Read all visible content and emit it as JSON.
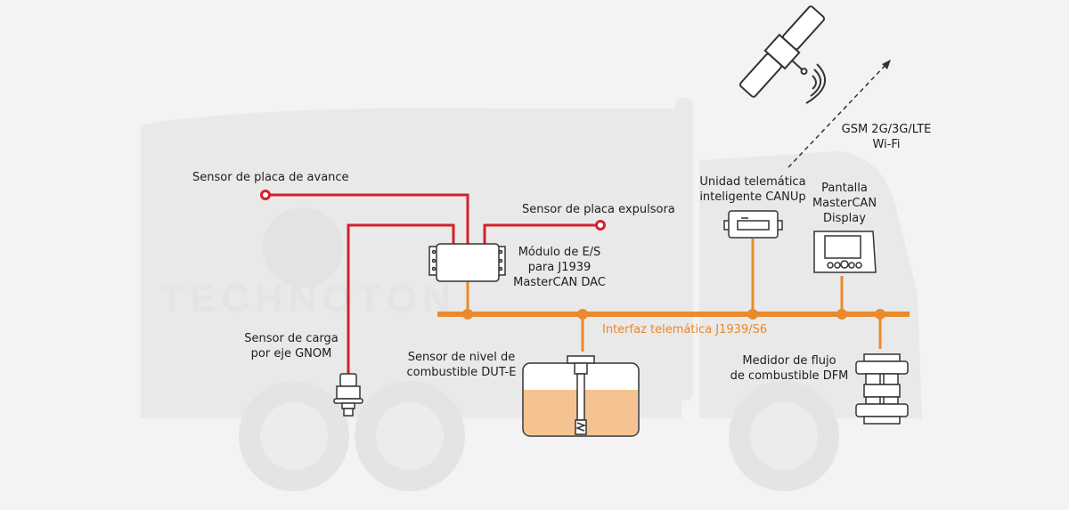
{
  "diagram": {
    "title": "Telematics diagram — J1939/S6 interface",
    "colors": {
      "background": "#f3f3f3",
      "truck_silhouette": "#e8e8e8",
      "bus_line": "#ea8a2c",
      "sensor_wire": "#d2222d",
      "device_outline": "#333333",
      "fuel_fill": "#f5c291",
      "text": "#1e1e1e",
      "bus_label": "#e8872a"
    },
    "watermark": "TECHNOTON",
    "labels": {
      "wireless": [
        "GSM 2G/3G/LTE",
        "Wi-Fi"
      ],
      "telematic_unit": [
        "Unidad telemática",
        "inteligente CANUp"
      ],
      "display": [
        "Pantalla",
        "MasterCAN",
        "Display"
      ],
      "sensor_advance_plate": "Sensor de placa de avance",
      "sensor_ejector_plate": "Sensor de placa expulsora",
      "io_module": [
        "Módulo de E/S",
        "para J1939",
        "MasterCAN DAC"
      ],
      "bus": "Interfaz telemática J1939/S6",
      "load_sensor": [
        "Sensor de carga",
        "por eje GNOM"
      ],
      "fuel_level_sensor": [
        "Sensor de nivel de",
        "combustible DUT-E"
      ],
      "flow_meter": [
        "Medidor de flujo",
        "de combustible DFM"
      ]
    },
    "nodes": [
      {
        "id": "satellite",
        "icon": "satellite-icon"
      },
      {
        "id": "telematic_unit",
        "icon": "canup-unit-icon"
      },
      {
        "id": "display",
        "icon": "display-icon"
      },
      {
        "id": "io_module",
        "icon": "io-module-icon"
      },
      {
        "id": "load_sensor",
        "icon": "pressure-sensor-icon"
      },
      {
        "id": "fuel_level_sensor",
        "icon": "fuel-tank-sensor-icon"
      },
      {
        "id": "flow_meter",
        "icon": "flow-meter-icon"
      }
    ],
    "edges": [
      {
        "from": "telematic_unit",
        "to": "satellite",
        "type": "wireless"
      },
      {
        "from": "io_module",
        "to": "bus",
        "type": "can"
      },
      {
        "from": "fuel_level_sensor",
        "to": "bus",
        "type": "can"
      },
      {
        "from": "telematic_unit",
        "to": "bus",
        "type": "can"
      },
      {
        "from": "display",
        "to": "bus",
        "type": "can"
      },
      {
        "from": "flow_meter",
        "to": "bus",
        "type": "can"
      },
      {
        "from": "sensor_advance_plate",
        "to": "io_module",
        "type": "wire"
      },
      {
        "from": "sensor_ejector_plate",
        "to": "io_module",
        "type": "wire"
      },
      {
        "from": "load_sensor",
        "to": "io_module",
        "type": "wire"
      }
    ]
  }
}
